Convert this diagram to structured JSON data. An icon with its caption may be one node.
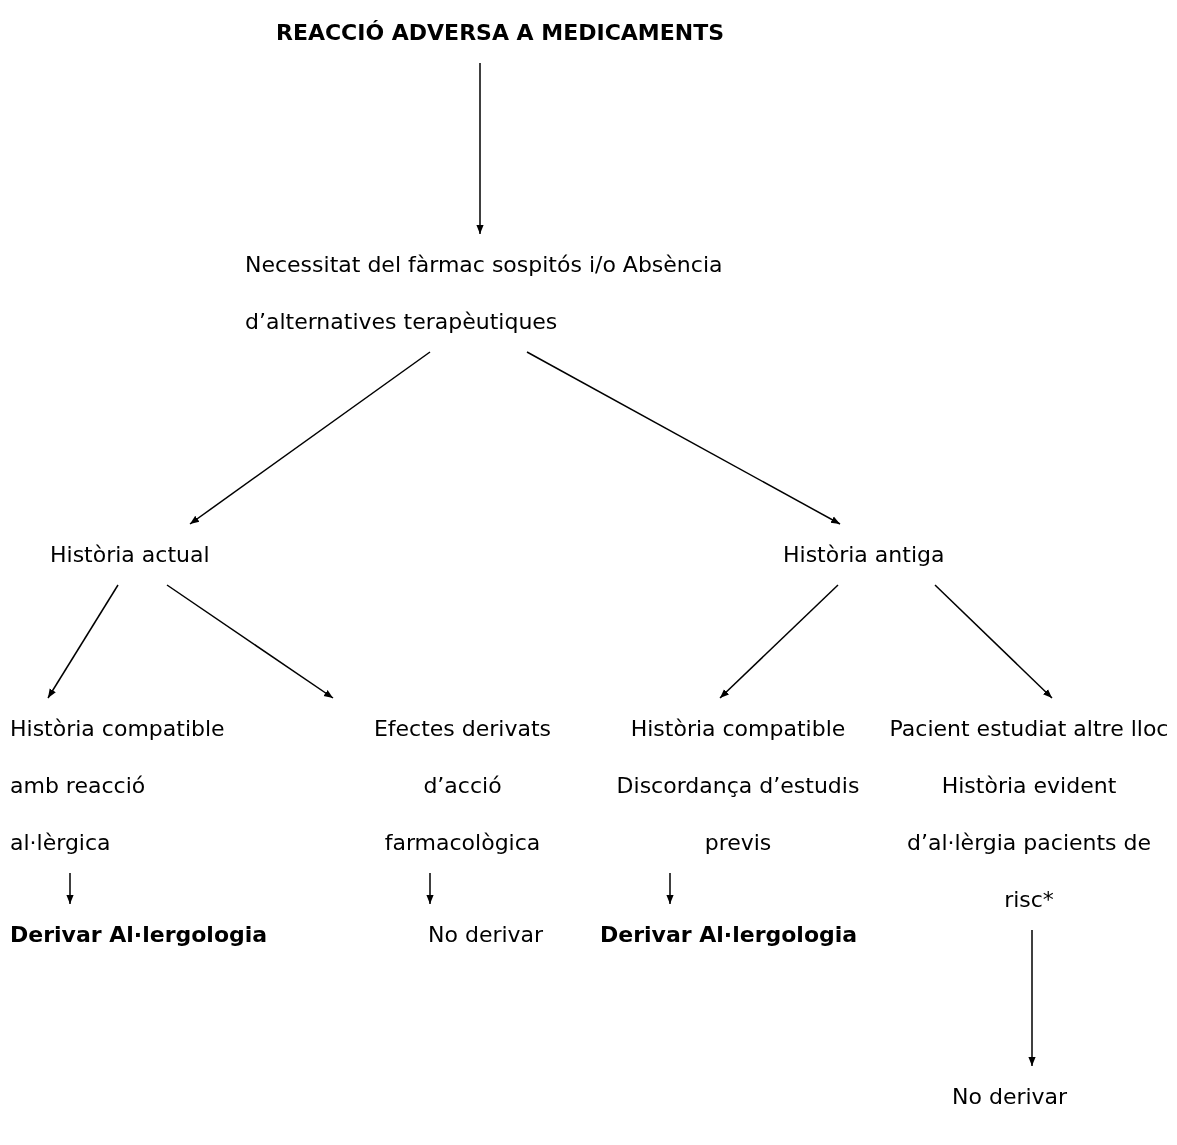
{
  "diagram": {
    "nodes": [
      {
        "text": [
          "REACCIÓ ADVERSA A MEDICAMENTS"
        ]
      },
      {
        "text": [
          "Necessitat del fàrmac sospitós i/o Absència d’alternatives terapèutiques"
        ]
      },
      {
        "text": [
          "Història actual"
        ]
      },
      {
        "text": [
          "Història antiga"
        ]
      },
      {
        "text": [
          "Història compatible amb reacció al·lèrgica"
        ]
      },
      {
        "text": [
          "Efectes derivats d’acció farmacològica"
        ]
      },
      {
        "text": [
          "Història compatible Discordança d’estudis previs"
        ]
      },
      {
        "text": [
          "Pacient estudiat altre lloc Història evident d’al·lèrgia pacients de risc*"
        ]
      },
      {
        "text": [
          "Derivar Al·lergologia"
        ]
      },
      {
        "text": [
          "No derivar"
        ]
      },
      {
        "text": [
          "Derivar Al·lergologia"
        ]
      },
      {
        "text": [
          "No derivar"
        ]
      }
    ],
    "edges": [
      {
        "from": 0,
        "to": 1,
        "arrow": "to"
      },
      {
        "from": 1,
        "to": 2,
        "arrow": "to"
      },
      {
        "from": 1,
        "to": 3,
        "arrow": "to"
      },
      {
        "from": 2,
        "to": 4,
        "arrow": "to"
      },
      {
        "from": 2,
        "to": 5,
        "arrow": "to"
      },
      {
        "from": 3,
        "to": 6,
        "arrow": "to"
      },
      {
        "from": 3,
        "to": 7,
        "arrow": "to"
      },
      {
        "from": 4,
        "to": 8,
        "arrow": "to"
      },
      {
        "from": 5,
        "to": 9,
        "arrow": "to"
      },
      {
        "from": 6,
        "to": 10,
        "arrow": "to"
      },
      {
        "from": 7,
        "to": 11,
        "arrow": "to"
      }
    ]
  }
}
